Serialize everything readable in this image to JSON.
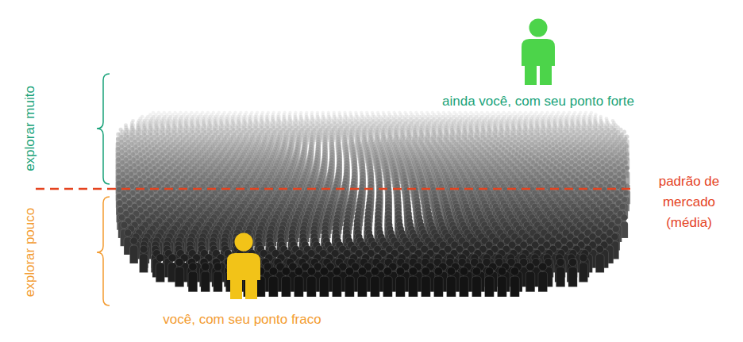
{
  "diagram": {
    "labels": [
      "ainda você, com seu ponto forte",
      "explorar muito",
      "padrão de mercado (média)",
      "explorar pouco",
      "você, com seu ponto fraco"
    ]
  }
}
